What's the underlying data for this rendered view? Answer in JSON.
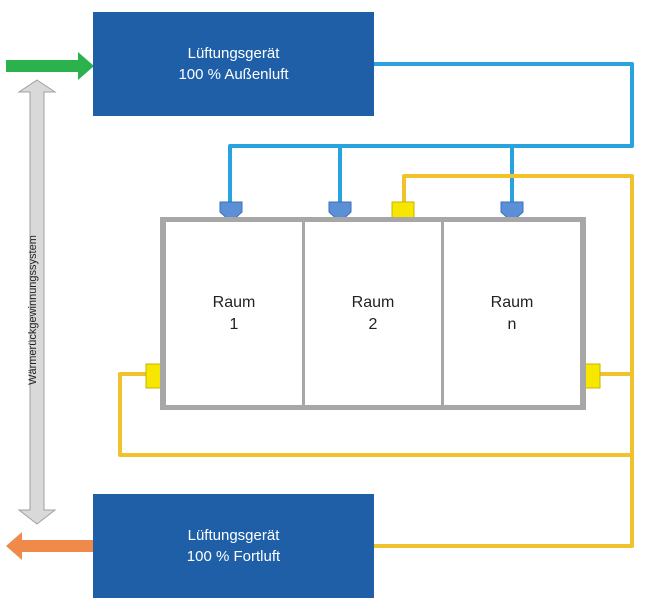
{
  "units": {
    "top": {
      "line1": "Lüftungsgerät",
      "line2": "100 % Außenluft"
    },
    "bottom": {
      "line1": "Lüftungsgerät",
      "line2": "100 % Fortluft"
    }
  },
  "rooms": [
    {
      "line1": "Raum",
      "line2": "1"
    },
    {
      "line1": "Raum",
      "line2": "2"
    },
    {
      "line1": "Raum",
      "line2": "n"
    }
  ],
  "side_label": "Wärmerückgewinnungssystem",
  "colors": {
    "unit_fill": "#1f5fa8",
    "supply_pipe": "#29a3de",
    "exhaust_pipe": "#f2c12e",
    "inlet_arrow": "#2bb24c",
    "outlet_arrow": "#f08a4b",
    "heat_recovery_arrow": "#d9d9d9"
  }
}
